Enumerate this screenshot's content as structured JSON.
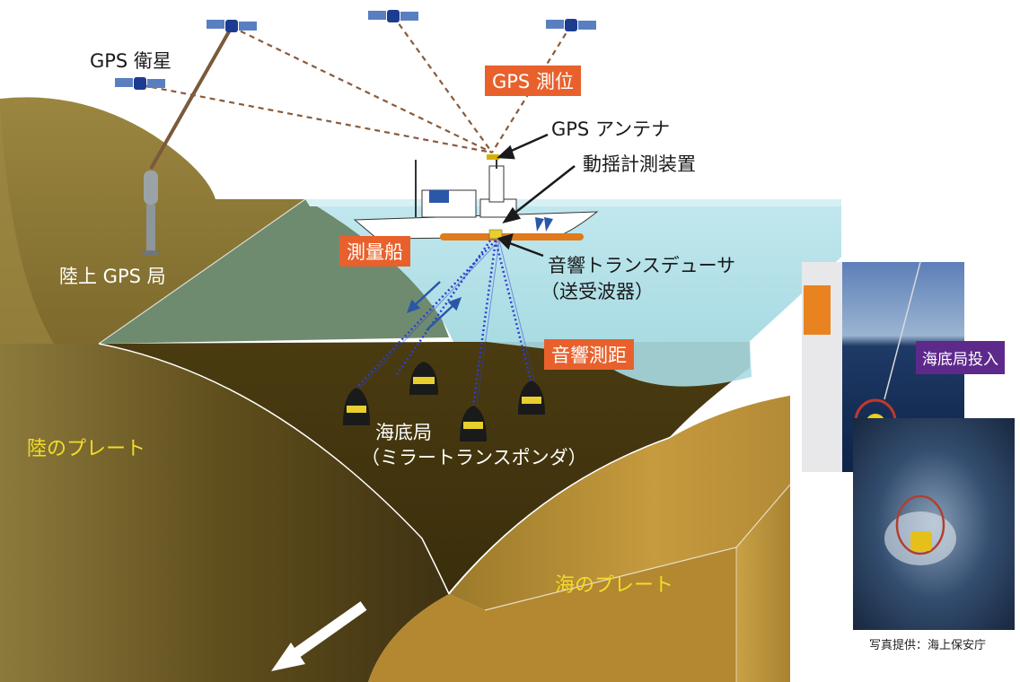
{
  "labels": {
    "gps_satellite": "GPS 衛星",
    "gps_positioning": "GPS 測位",
    "gps_antenna": "GPS アンテナ",
    "motion_sensor": "動揺計測装置",
    "survey_ship": "測量船",
    "land_gps_station": "陸上 GPS 局",
    "transducer": "音響トランスデューサ",
    "transducer_sub": "（送受波器）",
    "acoustic_ranging": "音響測距",
    "seafloor_station": "海底局",
    "seafloor_station_sub": "（ミラートランスポンダ）",
    "land_plate": "陸のプレート",
    "ocean_plate": "海のプレート",
    "deployment": "海底局投入",
    "photo_credit": "写真提供：海上保安庁"
  },
  "colors": {
    "orange_label": "#e8612c",
    "purple_label": "#5d2a8c",
    "yellow_text": "#f3dc28",
    "sea_surface": "#b4e1e8",
    "land_plate": "#8a7530",
    "ocean_plate": "#b99036"
  }
}
